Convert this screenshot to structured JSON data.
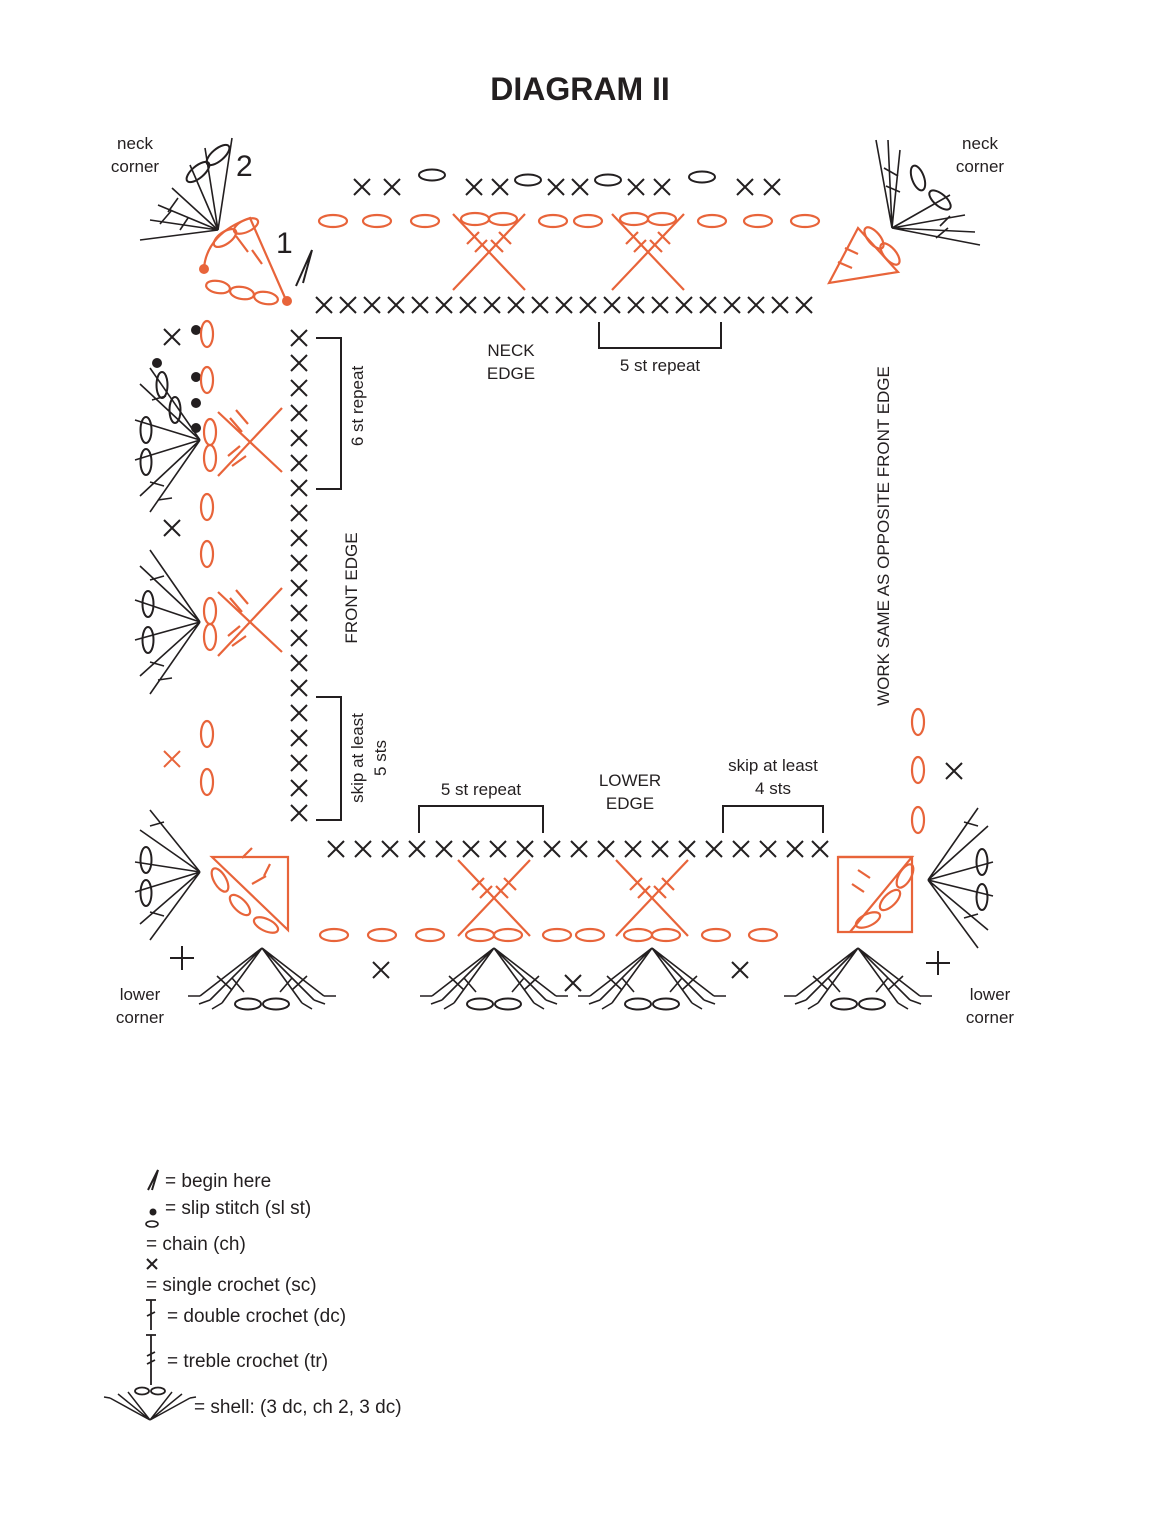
{
  "title": "DIAGRAM II",
  "corner_labels": {
    "neck_left_line1": "neck",
    "neck_left_line2": "corner",
    "neck_right_line1": "neck",
    "neck_right_line2": "corner",
    "lower_left_line1": "lower",
    "lower_left_line2": "corner",
    "lower_right_line1": "lower",
    "lower_right_line2": "corner"
  },
  "step_numbers": {
    "one": "1",
    "two": "2"
  },
  "edges": {
    "neck_line1": "NECK",
    "neck_line2": "EDGE",
    "front": "FRONT EDGE",
    "lower_line1": "LOWER",
    "lower_line2": "EDGE",
    "opposite": "WORK SAME AS OPPOSITE FRONT EDGE"
  },
  "brackets": {
    "neck_repeat": "5 st repeat",
    "front_repeat": "6 st repeat",
    "front_skip_line1": "skip at least",
    "front_skip_line2": "5 sts",
    "lower_repeat": "5 st repeat",
    "lower_skip_line1": "skip at least",
    "lower_skip_line2": "4 sts"
  },
  "legend": [
    {
      "symbol": "begin-here",
      "text": "= begin here"
    },
    {
      "symbol": "slip-stitch",
      "text": "= slip stitch (sl st)"
    },
    {
      "symbol": "chain",
      "text": "= chain (ch)"
    },
    {
      "symbol": "single-crochet",
      "text": "= single crochet (sc)"
    },
    {
      "symbol": "double-crochet",
      "text": "= double crochet (dc)"
    },
    {
      "symbol": "treble-crochet",
      "text": "= treble crochet (tr)"
    },
    {
      "symbol": "shell",
      "text": "= shell: (3 dc, ch 2, 3 dc)"
    }
  ],
  "colors": {
    "ink": "#231f20",
    "accent": "#e8643a"
  }
}
